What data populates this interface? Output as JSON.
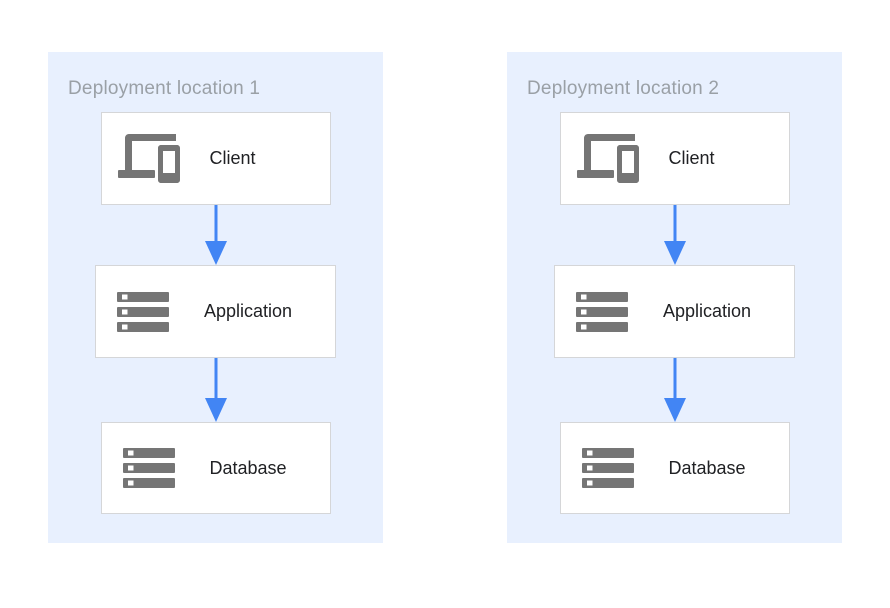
{
  "diagram": {
    "panels": [
      {
        "title": "Deployment location 1",
        "nodes": [
          {
            "id": "client",
            "label": "Client",
            "icon": "devices-icon"
          },
          {
            "id": "application",
            "label": "Application",
            "icon": "server-stack-icon"
          },
          {
            "id": "database",
            "label": "Database",
            "icon": "server-stack-icon"
          }
        ],
        "connections": [
          {
            "from": "client",
            "to": "application"
          },
          {
            "from": "application",
            "to": "database"
          }
        ]
      },
      {
        "title": "Deployment location 2",
        "nodes": [
          {
            "id": "client",
            "label": "Client",
            "icon": "devices-icon"
          },
          {
            "id": "application",
            "label": "Application",
            "icon": "server-stack-icon"
          },
          {
            "id": "database",
            "label": "Database",
            "icon": "server-stack-icon"
          }
        ],
        "connections": [
          {
            "from": "client",
            "to": "application"
          },
          {
            "from": "application",
            "to": "database"
          }
        ]
      }
    ],
    "colors": {
      "panel_background": "#E8F0FE",
      "node_background": "#FFFFFF",
      "node_border": "#D5D6D8",
      "arrow": "#4285F4",
      "icon": "#757575",
      "title_text": "#9AA0A6",
      "label_text": "#202124"
    }
  }
}
